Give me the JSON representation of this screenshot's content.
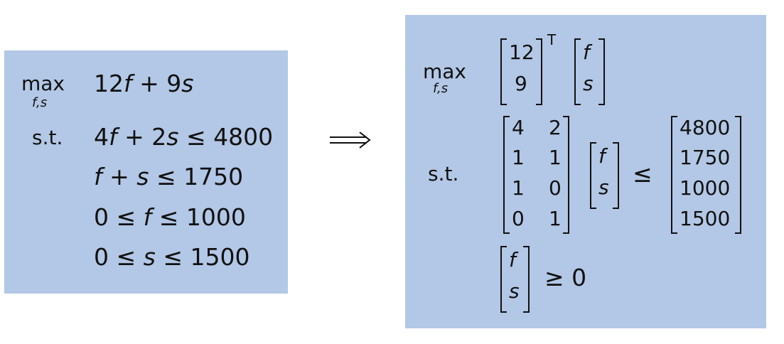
{
  "left": {
    "max_label": "max",
    "max_sub": "f,s",
    "objective": [
      {
        "t": "12"
      },
      {
        "t": "f",
        "i": true
      },
      {
        "t": " + 9"
      },
      {
        "t": "s",
        "i": true
      }
    ],
    "st_label": "s.t.",
    "constraints": [
      [
        {
          "t": "4"
        },
        {
          "t": "f",
          "i": true
        },
        {
          "t": " + 2"
        },
        {
          "t": "s",
          "i": true
        },
        {
          "t": " ≤ 4800"
        }
      ],
      [
        {
          "t": "f",
          "i": true
        },
        {
          "t": " + "
        },
        {
          "t": "s",
          "i": true
        },
        {
          "t": " ≤ 1750"
        }
      ],
      [
        {
          "t": "0 ≤ "
        },
        {
          "t": "f",
          "i": true
        },
        {
          "t": " ≤ 1000"
        }
      ],
      [
        {
          "t": "0 ≤ "
        },
        {
          "t": "s",
          "i": true
        },
        {
          "t": " ≤ 1500"
        }
      ]
    ]
  },
  "arrow_symbol": "⟹",
  "right": {
    "max_label": "max",
    "max_sub": "f,s",
    "c_vector": [
      "12",
      "9"
    ],
    "transpose": "T",
    "x_vector": [
      "f",
      "s"
    ],
    "st_label": "s.t.",
    "A_matrix": [
      [
        "4",
        "2"
      ],
      [
        "1",
        "1"
      ],
      [
        "1",
        "0"
      ],
      [
        "0",
        "1"
      ]
    ],
    "leq": "≤",
    "b_vector": [
      "4800",
      "1750",
      "1000",
      "1500"
    ],
    "geq_zero": "≥ 0"
  }
}
